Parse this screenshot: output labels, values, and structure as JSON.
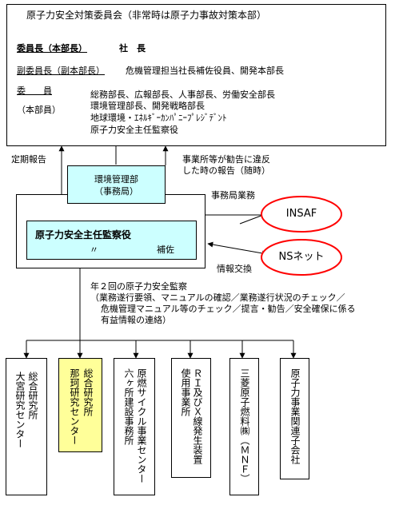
{
  "committee": {
    "title": "原子力安全対策委員会（非常時は原子力事故対策本部）",
    "chair_label": "委員長（本部長）",
    "chair_value": "社　長",
    "vice_label": "副委員長（副本部長）",
    "vice_value": "危機管理担当社長補佐役員、開発本部長",
    "members_label": "委　　員",
    "members_sub": "（本部員）",
    "members_lines": [
      "総務部長、広報部長、人事部長、労働安全部長",
      "環境管理部長、開発戦略部長",
      "地球環境・ｴﾈﾙｷﾞｰｶﾝﾊﾟﾆｰﾌﾟﾚｼﾞﾃﾞﾝﾄ",
      "原子力安全主任監察役"
    ]
  },
  "labels": {
    "periodic_report": "定期報告",
    "violation_report_1": "事業所等が勧告に違反",
    "violation_report_2": "した時の報告（随時）",
    "secretariat_work": "事務局業務",
    "info_exchange": "情報交換"
  },
  "env_dept": {
    "line1": "環境管理部",
    "line2": "（事務局）"
  },
  "inspector": {
    "title": "原子力安全主任監察役",
    "ditto": "〃",
    "assist": "補佐"
  },
  "external": {
    "insaf": "INSAF",
    "nsnet": "NSネット"
  },
  "audit": {
    "title": "年２回の原子力安全監察",
    "line1": "（業務遂行要領、マニュアルの確認／業務遂行状況のチェック／",
    "line2": "危機管理マニュアル等のチェック／提言・勧告／安全確保に係る",
    "line3": "有益情報の連絡）"
  },
  "sites": [
    {
      "col1": "総合研究所",
      "col2": "大宮研究センター"
    },
    {
      "col1": "総合研究所",
      "col2": "那珂研究センター"
    },
    {
      "col1": "原燃サイクル事業センター",
      "col2": "六ヶ所建設事務所"
    },
    {
      "col1": "ＲＩ及びＸ線発生装置",
      "col2": "使用事業所"
    },
    {
      "col1": "三菱原子燃料㈱（ＭＮＦ）",
      "col2": ""
    },
    {
      "col1": "原子力事業関連子会社",
      "col2": ""
    }
  ],
  "colors": {
    "cyan_fill": "#ccffff",
    "yellow_fill": "#ffff99",
    "ellipse_stroke": "#ff0000"
  }
}
